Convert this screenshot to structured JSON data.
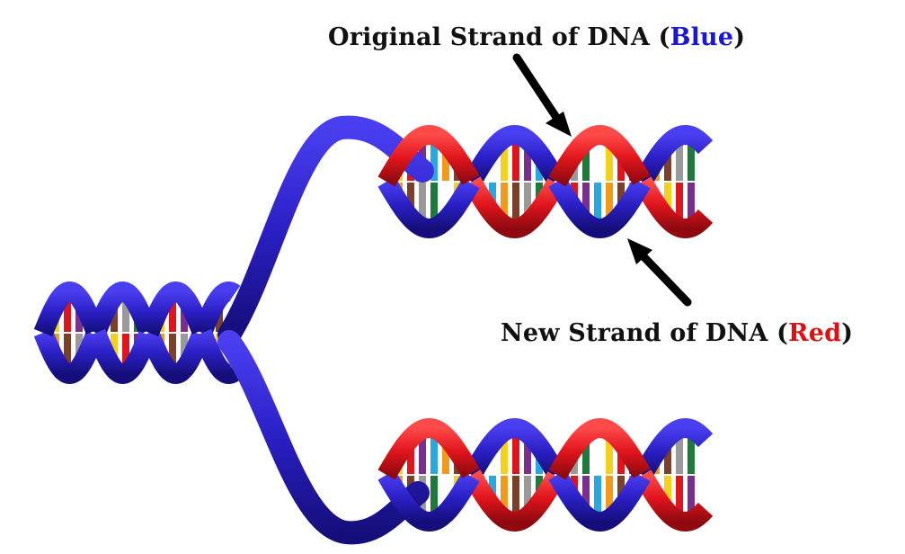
{
  "labels": {
    "original": {
      "prefix": "Original Strand of DNA (",
      "highlight": "Blue",
      "suffix": ")"
    },
    "new": {
      "prefix": "New Strand of DNA (",
      "highlight": "Red",
      "suffix": ")"
    }
  },
  "colors": {
    "original_strand": "#2a1fc4",
    "original_strand_dark": "#150e7a",
    "new_strand": "#e0141c",
    "new_strand_dark": "#8e0a10",
    "arrow": "#000000",
    "highlight_blue": "#1717d6",
    "highlight_red": "#e01010"
  },
  "base_colors": [
    "#f4d21c",
    "#e0141c",
    "#7a2f8e",
    "#29a7df",
    "#f29a1a",
    "#7b3f2a",
    "#9a9a9a",
    "#1d7a3a",
    "#ffffff"
  ]
}
